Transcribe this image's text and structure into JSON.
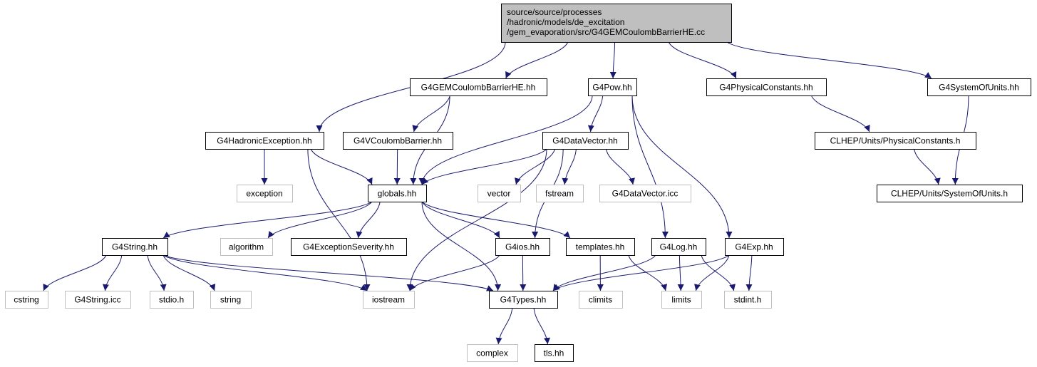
{
  "colors": {
    "edge": "#191970",
    "node_border": "#000000",
    "system_border": "#bfbfbf",
    "root_fill": "#bfbfbf",
    "text": "#000000",
    "system_text": "#000000"
  },
  "nodes": {
    "root": {
      "lines": [
        "source/source/processes",
        "/hadronic/models/de_excitation",
        "/gem_evaporation/src/G4GEMCoulombBarrierHE.cc"
      ],
      "kind": "root"
    },
    "g4gemcb": {
      "label": "G4GEMCoulombBarrierHE.hh",
      "kind": "local"
    },
    "g4pow": {
      "label": "G4Pow.hh",
      "kind": "local"
    },
    "g4physconst": {
      "label": "G4PhysicalConstants.hh",
      "kind": "local"
    },
    "g4sysunits": {
      "label": "G4SystemOfUnits.hh",
      "kind": "local"
    },
    "g4hadexc": {
      "label": "G4HadronicException.hh",
      "kind": "local"
    },
    "g4vcb": {
      "label": "G4VCoulombBarrier.hh",
      "kind": "local"
    },
    "g4datavec": {
      "label": "G4DataVector.hh",
      "kind": "local"
    },
    "clhep_phys": {
      "label": "CLHEP/Units/PhysicalConstants.h",
      "kind": "local"
    },
    "clhep_sys": {
      "label": "CLHEP/Units/SystemOfUnits.h",
      "kind": "local"
    },
    "exception": {
      "label": "exception",
      "kind": "system"
    },
    "globals": {
      "label": "globals.hh",
      "kind": "local"
    },
    "vector": {
      "label": "vector",
      "kind": "system"
    },
    "fstream": {
      "label": "fstream",
      "kind": "system"
    },
    "g4dvicc": {
      "label": "G4DataVector.icc",
      "kind": "system"
    },
    "g4string": {
      "label": "G4String.hh",
      "kind": "local"
    },
    "algorithm": {
      "label": "algorithm",
      "kind": "system"
    },
    "g4excsev": {
      "label": "G4ExceptionSeverity.hh",
      "kind": "local"
    },
    "g4ios": {
      "label": "G4ios.hh",
      "kind": "local"
    },
    "templates": {
      "label": "templates.hh",
      "kind": "local"
    },
    "g4log": {
      "label": "G4Log.hh",
      "kind": "local"
    },
    "g4exp": {
      "label": "G4Exp.hh",
      "kind": "local"
    },
    "cstring": {
      "label": "cstring",
      "kind": "system"
    },
    "g4stricc": {
      "label": "G4String.icc",
      "kind": "system"
    },
    "stdio": {
      "label": "stdio.h",
      "kind": "system"
    },
    "string": {
      "label": "string",
      "kind": "system"
    },
    "iostream": {
      "label": "iostream",
      "kind": "system"
    },
    "g4types": {
      "label": "G4Types.hh",
      "kind": "local"
    },
    "climits": {
      "label": "climits",
      "kind": "system"
    },
    "limits": {
      "label": "limits",
      "kind": "system"
    },
    "stdint": {
      "label": "stdint.h",
      "kind": "system"
    },
    "complex": {
      "label": "complex",
      "kind": "system"
    },
    "tls": {
      "label": "tls.hh",
      "kind": "local"
    }
  },
  "edges": [
    [
      "root",
      "g4hadexc"
    ],
    [
      "root",
      "g4gemcb"
    ],
    [
      "root",
      "g4pow"
    ],
    [
      "root",
      "g4physconst"
    ],
    [
      "root",
      "g4sysunits"
    ],
    [
      "g4gemcb",
      "g4vcb"
    ],
    [
      "g4gemcb",
      "globals"
    ],
    [
      "g4pow",
      "globals"
    ],
    [
      "g4pow",
      "g4datavec"
    ],
    [
      "g4pow",
      "g4log"
    ],
    [
      "g4pow",
      "g4exp"
    ],
    [
      "g4physconst",
      "clhep_phys"
    ],
    [
      "g4sysunits",
      "clhep_sys"
    ],
    [
      "clhep_phys",
      "clhep_sys"
    ],
    [
      "g4hadexc",
      "exception"
    ],
    [
      "g4hadexc",
      "globals"
    ],
    [
      "g4hadexc",
      "iostream"
    ],
    [
      "g4vcb",
      "globals"
    ],
    [
      "g4datavec",
      "globals"
    ],
    [
      "g4datavec",
      "vector"
    ],
    [
      "g4datavec",
      "fstream"
    ],
    [
      "g4datavec",
      "g4dvicc"
    ],
    [
      "g4datavec",
      "iostream"
    ],
    [
      "g4datavec",
      "g4ios"
    ],
    [
      "globals",
      "g4string"
    ],
    [
      "globals",
      "algorithm"
    ],
    [
      "globals",
      "g4excsev"
    ],
    [
      "globals",
      "g4ios"
    ],
    [
      "globals",
      "templates"
    ],
    [
      "globals",
      "g4types"
    ],
    [
      "g4string",
      "cstring"
    ],
    [
      "g4string",
      "g4stricc"
    ],
    [
      "g4string",
      "stdio"
    ],
    [
      "g4string",
      "string"
    ],
    [
      "g4string",
      "iostream"
    ],
    [
      "g4string",
      "g4types"
    ],
    [
      "g4ios",
      "iostream"
    ],
    [
      "g4ios",
      "g4types"
    ],
    [
      "templates",
      "climits"
    ],
    [
      "templates",
      "limits"
    ],
    [
      "g4log",
      "g4types"
    ],
    [
      "g4log",
      "limits"
    ],
    [
      "g4log",
      "stdint"
    ],
    [
      "g4exp",
      "g4types"
    ],
    [
      "g4exp",
      "limits"
    ],
    [
      "g4exp",
      "stdint"
    ],
    [
      "g4types",
      "complex"
    ],
    [
      "g4types",
      "tls"
    ]
  ]
}
